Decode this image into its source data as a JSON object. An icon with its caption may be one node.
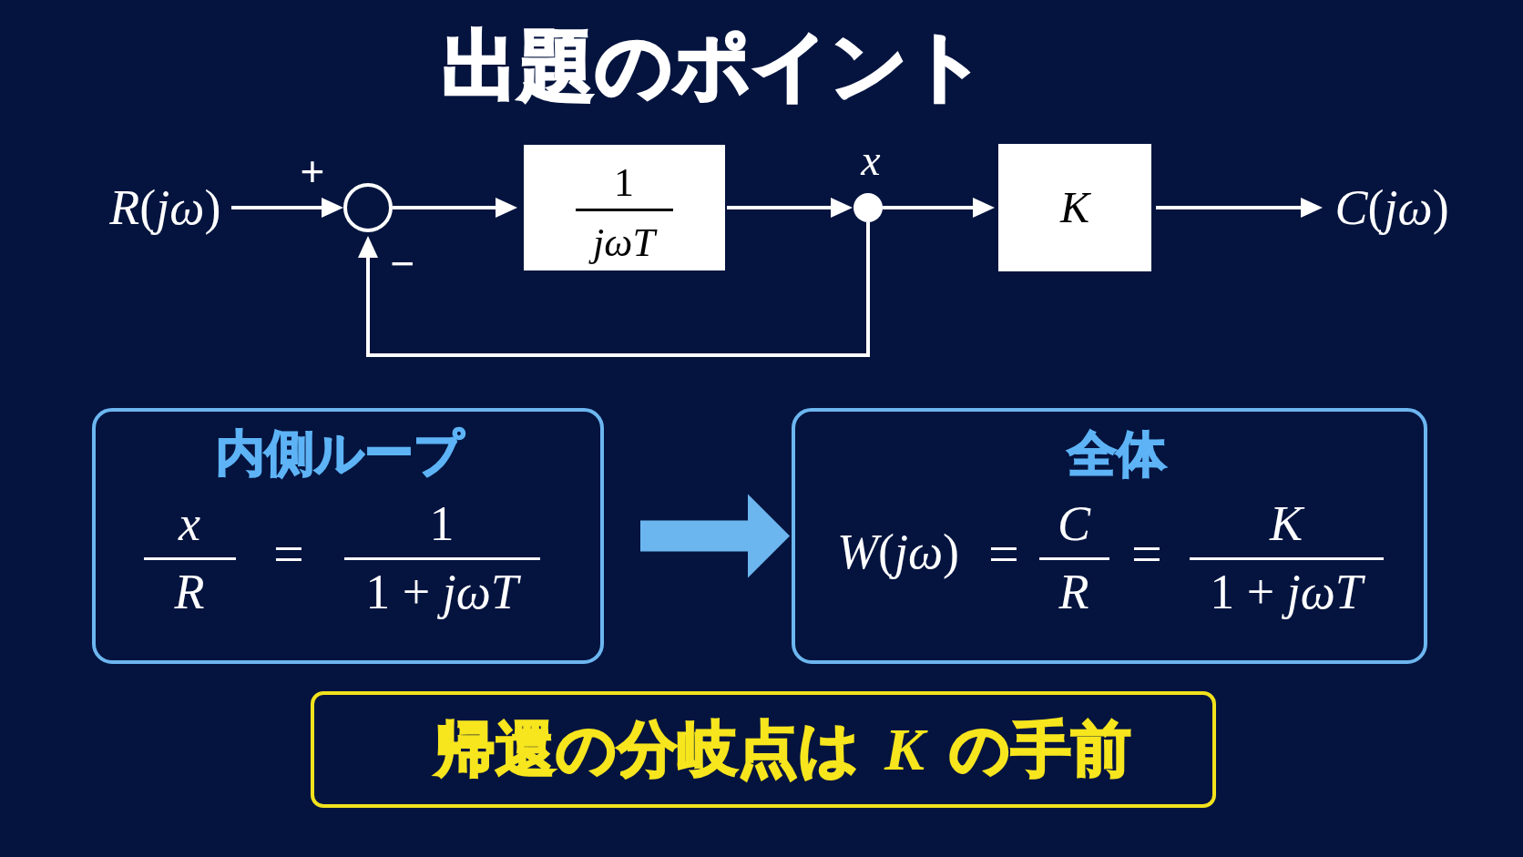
{
  "diagram": {
    "title": "出題のポイント",
    "nodes": [
      {
        "text": [
          "*R*(*jω*)"
        ]
      },
      {
        "text": [],
        "shape": "circle"
      },
      {
        "text": [
          "1",
          "jωT"
        ]
      },
      {
        "text": [],
        "shape": "dot",
        "beside": [
          "x"
        ]
      },
      {
        "text": [
          "K"
        ]
      },
      {
        "text": [
          "*C*(*jω*)"
        ]
      },
      {
        "text": [
          "内側ループ",
          "x",
          "R",
          "=",
          "1",
          "1 + *jωT*"
        ]
      },
      {
        "text": [
          "全体",
          "*W*(*jω*)",
          "=",
          "C",
          "R",
          "=",
          "K",
          "1 + *jωT*"
        ]
      },
      {
        "text": [
          "帰還の分岐点は *K* の手前"
        ]
      }
    ],
    "edges": [
      {
        "from": 0,
        "to": 1,
        "arrow": "to"
      },
      {
        "from": 1,
        "to": 2,
        "arrow": "to"
      },
      {
        "from": 2,
        "to": 3,
        "arrow": "to"
      },
      {
        "from": 3,
        "to": 4,
        "arrow": "to"
      },
      {
        "from": 4,
        "to": 5,
        "arrow": "to"
      },
      {
        "from": 3,
        "to": 1,
        "arrow": "to"
      },
      {
        "from": 6,
        "to": 7,
        "arrow": "to",
        "style": "thick",
        "color": "#6cb6f0"
      }
    ],
    "labels": [
      "+",
      "−"
    ]
  }
}
